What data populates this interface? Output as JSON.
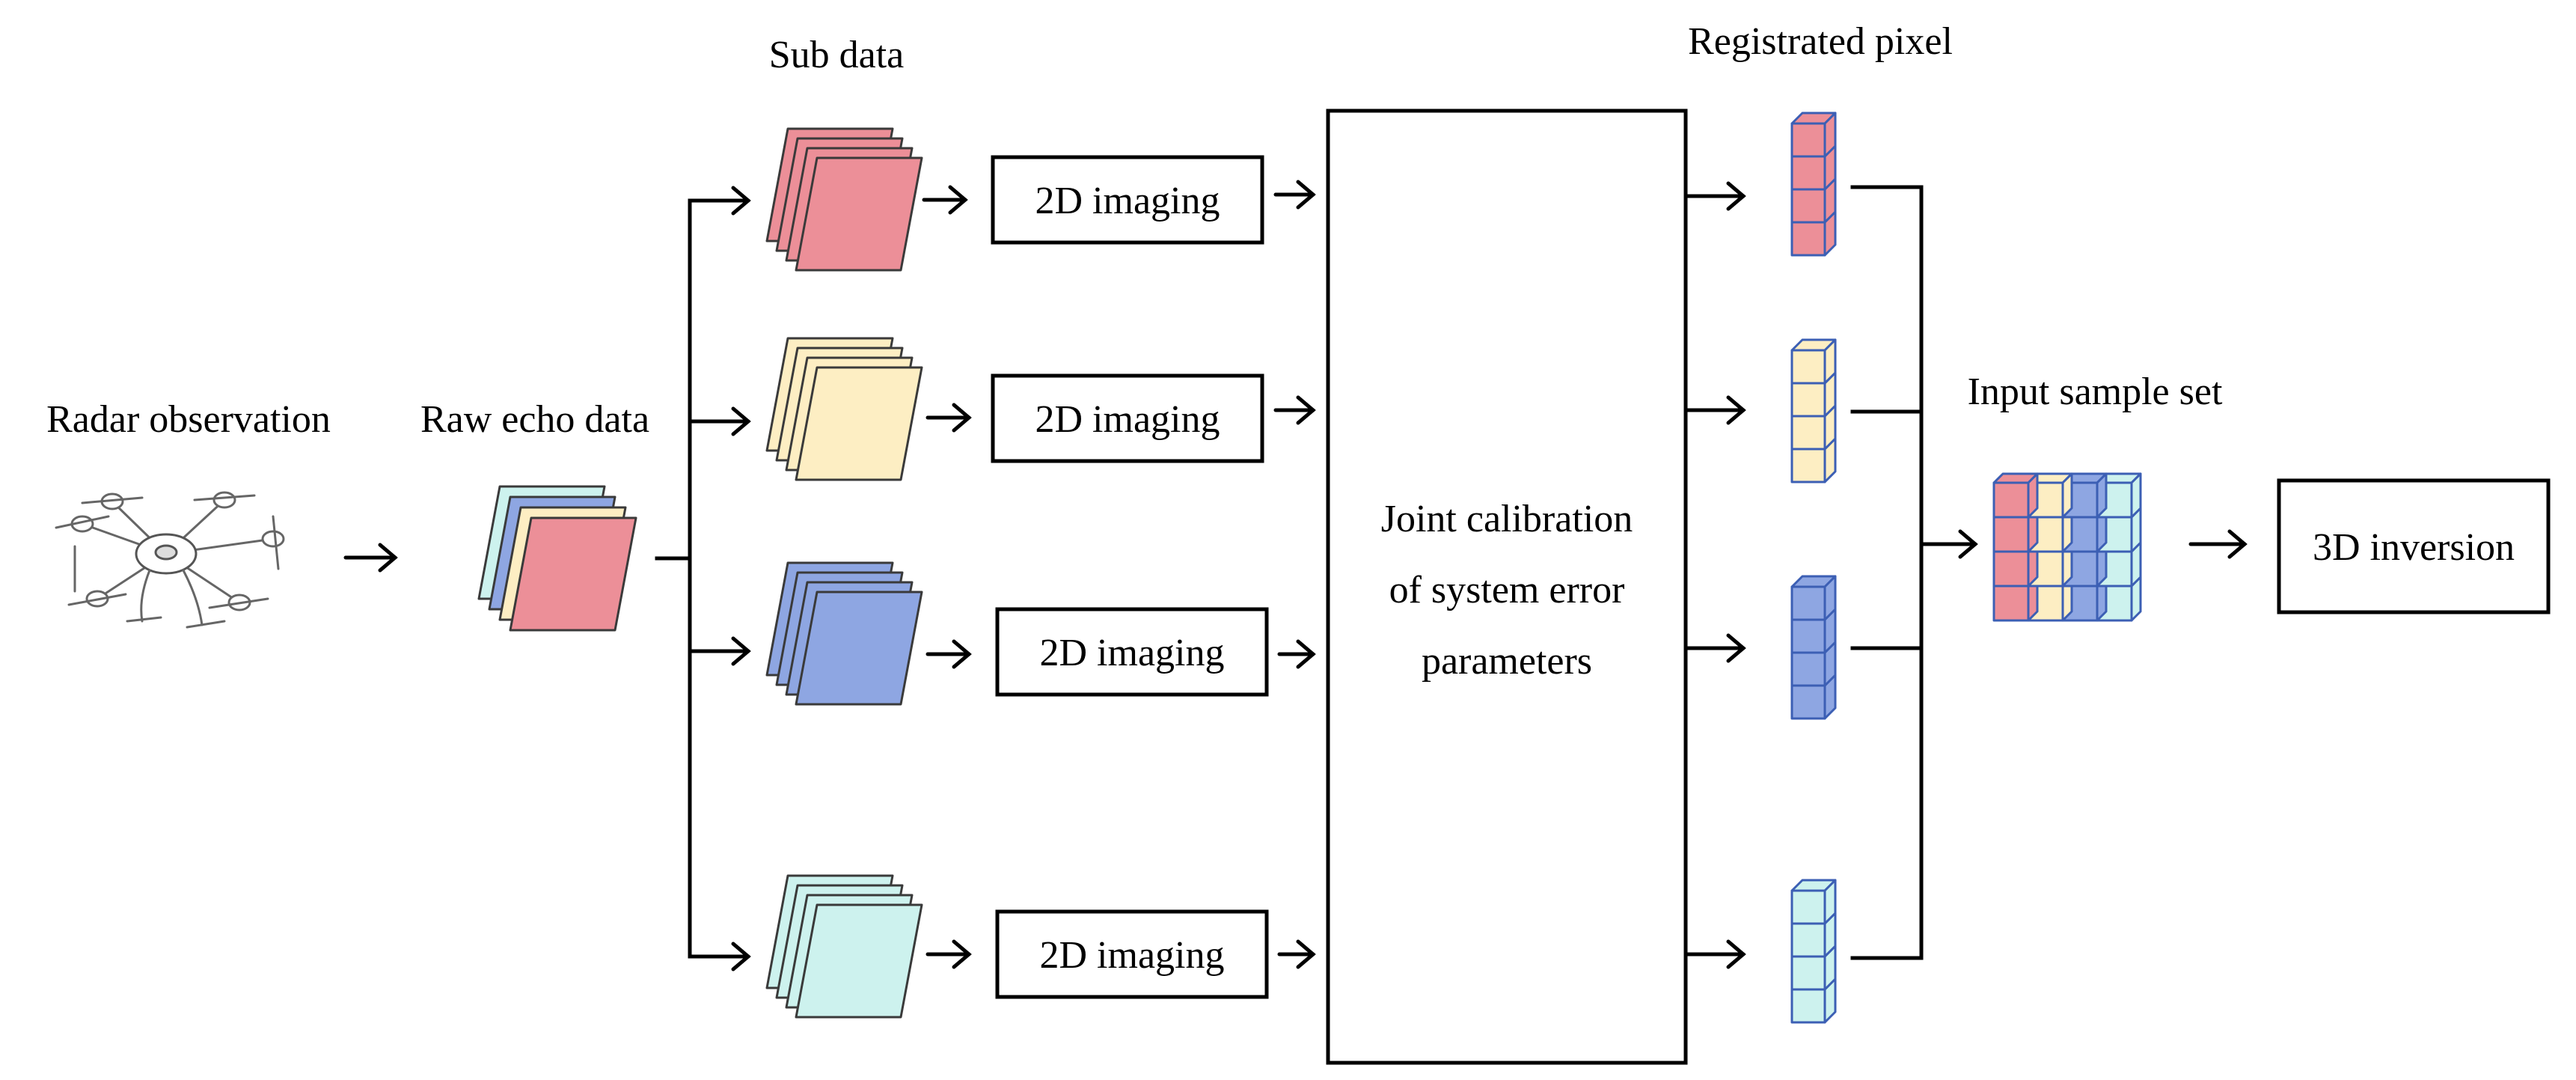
{
  "labels": {
    "radar_observation": "Radar observation",
    "raw_echo_data": "Raw echo data",
    "sub_data": "Sub data",
    "registrated_pixel": "Registrated pixel",
    "input_sample_set": "Input sample set"
  },
  "imaging_boxes": [
    "2D imaging",
    "2D imaging",
    "2D imaging",
    "2D imaging"
  ],
  "calibration_box": [
    "Joint calibration",
    "of system error",
    "parameters"
  ],
  "inversion_box": "3D inversion",
  "colors": {
    "pink": "#ec8f98",
    "yellow": "#fdeec3",
    "blue": "#8ea6e2",
    "cyan": "#cdf2ee",
    "cube_stroke": "#3c5fb4",
    "line": "#000000"
  },
  "drone_icon": "hexacopter-drone-icon"
}
